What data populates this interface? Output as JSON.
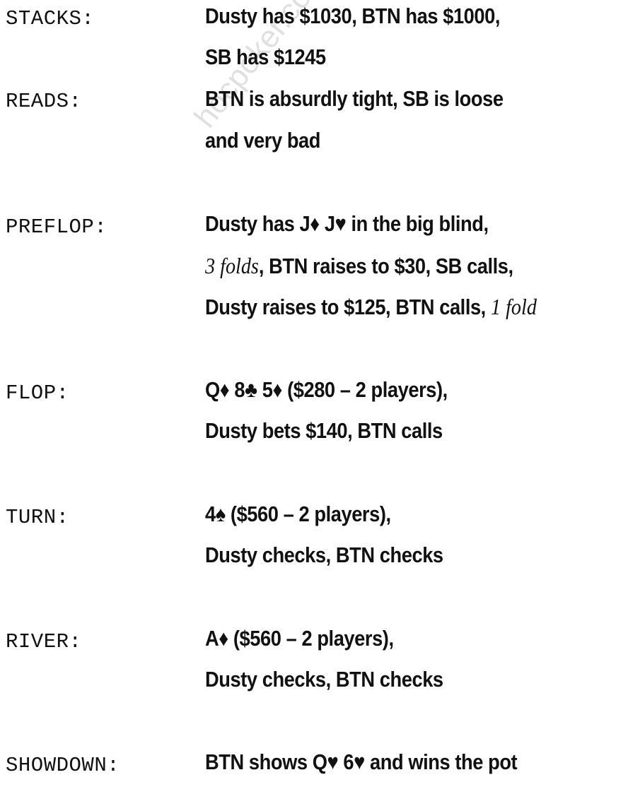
{
  "watermark": "hocpoker.com",
  "rows": {
    "stacks": {
      "label": "STACKS:",
      "line1": "Dusty has $1030, BTN has $1000,",
      "line2": "SB has $1245"
    },
    "reads": {
      "label": "READS:",
      "line1": "BTN is absurdly tight, SB is loose",
      "line2": "and very bad"
    },
    "preflop": {
      "label": "PREFLOP:",
      "line1": "Dusty has J♦ J♥  in the big blind,",
      "line2_italic": "3 folds",
      "line2_rest": ", BTN raises to $30, SB calls,",
      "line3_main": "Dusty raises to $125, BTN calls, ",
      "line3_italic": "1 fold"
    },
    "flop": {
      "label": "FLOP:",
      "line1": "Q♦ 8♣ 5♦  ($280 – 2 players),",
      "line2": "Dusty bets $140, BTN calls"
    },
    "turn": {
      "label": "TURN:",
      "line1": "4♠  ($560 – 2 players),",
      "line2": "Dusty checks, BTN checks"
    },
    "river": {
      "label": "RIVER:",
      "line1": "A♦  ($560 – 2 players),",
      "line2": "Dusty checks, BTN checks"
    },
    "showdown": {
      "label": "SHOWDOWN:",
      "line1": "BTN shows Q♥ 6♥  and wins the pot"
    }
  }
}
